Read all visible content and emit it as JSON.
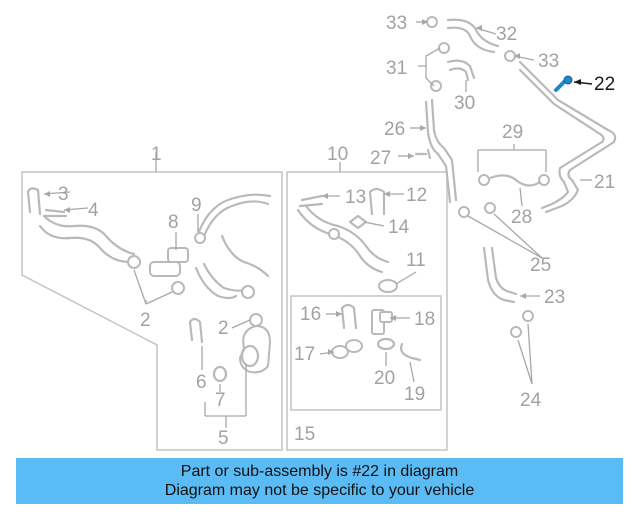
{
  "callouts": {
    "c1": "1",
    "c2a": "2",
    "c2b": "2",
    "c3": "3",
    "c4": "4",
    "c5": "5",
    "c6": "6",
    "c7": "7",
    "c8": "8",
    "c9": "9",
    "c10": "10",
    "c11": "11",
    "c12": "12",
    "c13": "13",
    "c14": "14",
    "c15": "15",
    "c16": "16",
    "c17": "17",
    "c18": "18",
    "c19": "19",
    "c20": "20",
    "c21": "21",
    "c22": "22",
    "c23": "23",
    "c24": "24",
    "c25": "25",
    "c26": "26",
    "c27": "27",
    "c28": "28",
    "c29": "29",
    "c30": "30",
    "c31": "31",
    "c32": "32",
    "c33a": "33",
    "c33b": "33"
  },
  "highlight_part": "22",
  "banner": {
    "line1": "Part or sub-assembly is #22 in diagram",
    "line2": "Diagram may not be specific to your vehicle"
  },
  "colors": {
    "banner_bg": "#5bbcf5",
    "part_line": "#b9b9b9",
    "highlight_part": "#1f88c9",
    "active_label": "#1a1a1a"
  }
}
